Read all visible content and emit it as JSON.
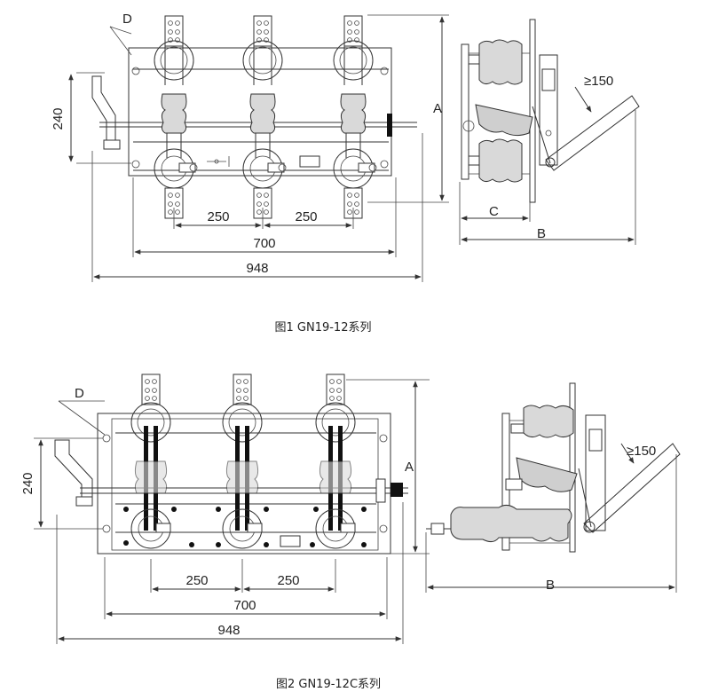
{
  "figure1": {
    "caption": "图1 GN19-12系列",
    "dims": {
      "d_label": "D",
      "h240": "240",
      "a_label": "A",
      "c_label": "C",
      "b_label": "B",
      "angle": "≥150",
      "pitch1": "250",
      "pitch2": "250",
      "w700": "700",
      "w948": "948"
    }
  },
  "figure2": {
    "caption": "图2 GN19-12C系列",
    "dims": {
      "d_label": "D",
      "h240": "240",
      "a_label": "A",
      "b_label": "B",
      "angle": "≥150",
      "pitch1": "250",
      "pitch2": "250",
      "w700": "700",
      "w948": "948"
    }
  }
}
